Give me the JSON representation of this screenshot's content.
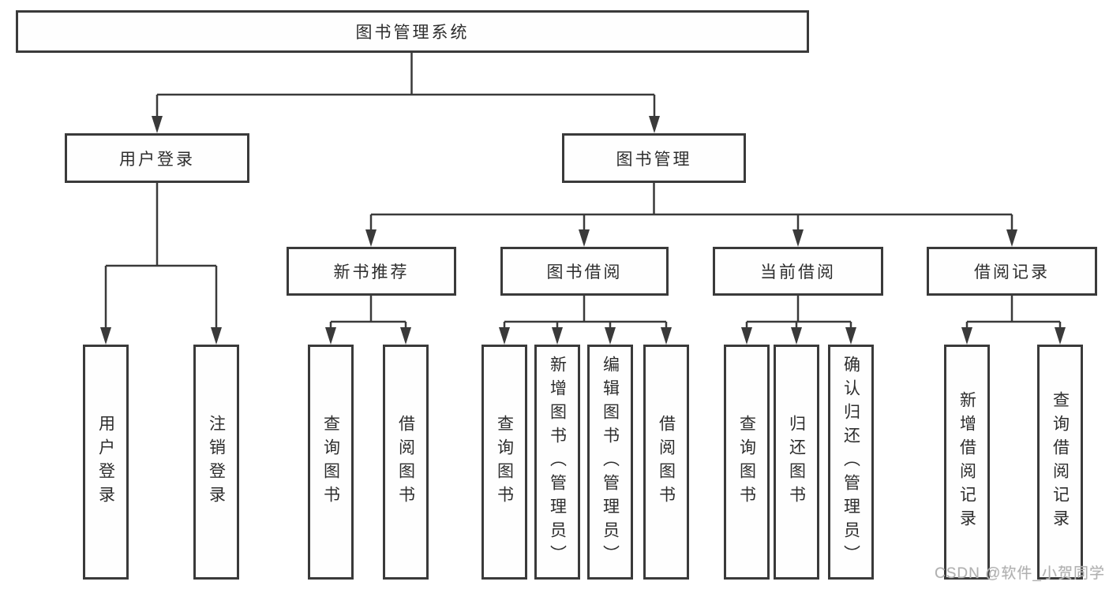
{
  "tree": {
    "root": {
      "label": "图书管理系统"
    },
    "children": [
      {
        "label": "用户登录",
        "children": [
          {
            "label": "用户登录"
          },
          {
            "label": "注销登录"
          }
        ]
      },
      {
        "label": "图书管理",
        "children": [
          {
            "label": "新书推荐",
            "children": [
              {
                "label": "查询图书"
              },
              {
                "label": "借阅图书"
              }
            ]
          },
          {
            "label": "图书借阅",
            "children": [
              {
                "label": "查询图书"
              },
              {
                "label": "新增图书（管理员）"
              },
              {
                "label": "编辑图书（管理员）"
              },
              {
                "label": "借阅图书"
              }
            ]
          },
          {
            "label": "当前借阅",
            "children": [
              {
                "label": "查询图书"
              },
              {
                "label": "归还图书"
              },
              {
                "label": "确认归还（管理员）"
              }
            ]
          },
          {
            "label": "借阅记录",
            "children": [
              {
                "label": "新增借阅记录"
              },
              {
                "label": "查询借阅记录"
              }
            ]
          }
        ]
      }
    ]
  },
  "watermark": {
    "text": "CSDN @软件_小贺同学"
  },
  "colors": {
    "line": "#3a3a3a",
    "border": "#3a3a3a",
    "text": "#2d2d2d",
    "watermark": "#b0b0b0",
    "background": "#ffffff"
  }
}
